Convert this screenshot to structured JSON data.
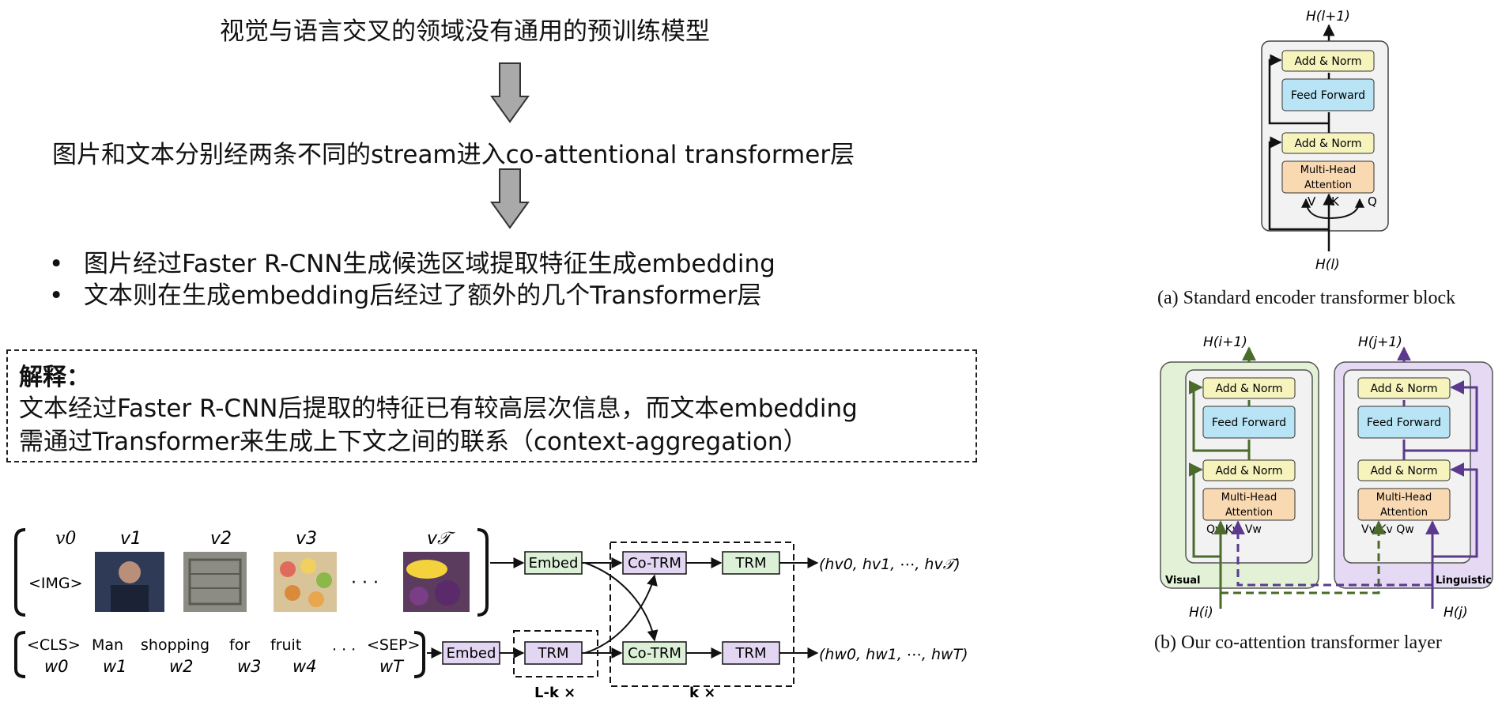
{
  "flow": {
    "step1": "视觉与语言交叉的领域没有通用的预训练模型",
    "step2": "图片和文本分别经两条不同的stream进入co-attentional transformer层",
    "bullets": [
      "图片经过Faster R-CNN生成候选区域提取特征生成embedding",
      "文本则在生成embedding后经过了额外的几个Transformer层"
    ]
  },
  "explanation": {
    "title": "解释：",
    "lines": [
      "文本经过Faster R-CNN后提取的特征已有较高层次信息，而文本embedding",
      "需通过Transformer来生成上下文之间的联系（context-aggregation）"
    ]
  },
  "vilbert": {
    "visual_tokens": [
      "v0",
      "v1",
      "v2",
      "v3",
      "v𝒯"
    ],
    "img_token": "<IMG>",
    "ellipsis": "· · ·",
    "text_tokens": [
      "<CLS>",
      "Man",
      "shopping",
      "for",
      "fruit",
      "· · ·",
      "<SEP>"
    ],
    "word_subs": [
      "w0",
      "w1",
      "w2",
      "w3",
      "w4",
      "wT"
    ],
    "embed_label": "Embed",
    "trm_label": "TRM",
    "cotrm_label": "Co-TRM",
    "lk_label": "L-k ×",
    "k_label": "k ×",
    "out_visual": "(hv0, hv1, ⋯, hv𝒯)",
    "out_text": "(hw0, hw1, ⋯, hwT)"
  },
  "standard_block": {
    "top_label": "H(l+1)",
    "bottom_label": "H(l)",
    "add_norm": "Add & Norm",
    "feed_forward": "Feed Forward",
    "mha_1": "Multi-Head",
    "mha_2": "Attention",
    "v": "V",
    "k": "K",
    "q": "Q",
    "caption": "(a) Standard encoder transformer block"
  },
  "coattn_layer": {
    "visual_top": "H(i+1)",
    "linguistic_top": "H(j+1)",
    "visual_bottom": "H(i)",
    "linguistic_bottom": "H(j)",
    "add_norm": "Add & Norm",
    "feed_forward": "Feed Forward",
    "mha_1": "Multi-Head",
    "mha_2": "Attention",
    "visual_qkv": "Qv  Kw  Vw",
    "linguistic_qkv": "Vv  Kv  Qw",
    "visual_label": "Visual",
    "linguistic_label": "Linguistic",
    "caption": "(b) Our co-attention transformer layer"
  },
  "colors": {
    "add_norm": "#f6f3bd",
    "feed_forward": "#b9e4f5",
    "attention": "#f9d9b2",
    "visual_bg": "#e3f1d6",
    "linguistic_bg": "#e5d9f4",
    "green_arrow": "#4a6b2a",
    "purple_arrow": "#5b3a8e",
    "trm_green": "#dcefd7",
    "trm_purple": "#e3d6f3"
  }
}
